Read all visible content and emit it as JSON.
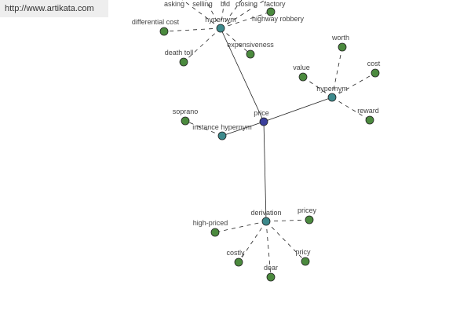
{
  "site_link": "http://www.artikata.com",
  "colors": {
    "root": "#3b3f9c",
    "relation": "#3d8a8c",
    "leaf": "#4b8a3e"
  },
  "root": {
    "label": "price"
  },
  "relations": [
    {
      "label": "hypernym",
      "leaves": [
        "asking",
        "selling",
        "bid",
        "closing",
        "factory",
        "highway robbery",
        "differential cost",
        "death toll",
        "expensiveness"
      ]
    },
    {
      "label": "hypernym",
      "leaves": [
        "worth",
        "value",
        "cost",
        "reward"
      ]
    },
    {
      "label": "instance hypernym",
      "leaves": [
        "soprano"
      ]
    },
    {
      "label": "derivation",
      "leaves": [
        "high-priced",
        "pricey",
        "costly",
        "dear",
        "pricy"
      ]
    }
  ]
}
